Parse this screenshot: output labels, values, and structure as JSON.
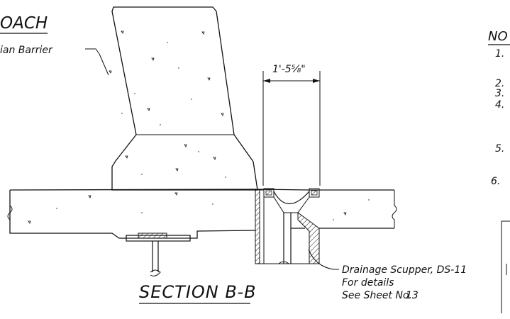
{
  "drawing": {
    "heading_left": "OACH",
    "barrier_label": "ian Barrier",
    "dimension_text": "1'-5⅝\"",
    "section_title": "SECTION B-B",
    "callout": {
      "line1": "Drainage Scupper, DS-11",
      "line2": "For details",
      "line3_prefix": "See Sheet No.",
      "line3_number": "13"
    },
    "notes": {
      "heading": "NO",
      "numbers": [
        "1.",
        "2.",
        "3.",
        "4.",
        "5.",
        "6."
      ]
    }
  }
}
